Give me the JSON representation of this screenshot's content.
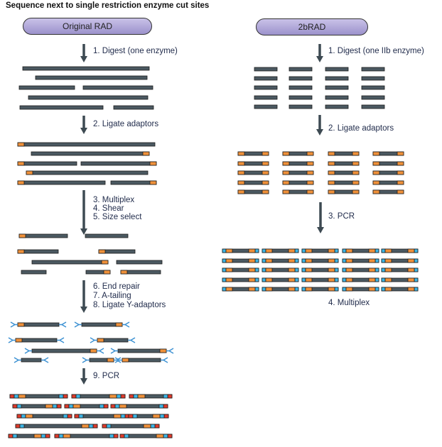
{
  "title": "Sequence next to single restriction enzyme cut sites",
  "original_rad": {
    "name": "Original RAD",
    "steps": [
      "1. Digest (one enzyme)",
      "2. Ligate adaptors",
      "3. Multiplex",
      "4. Shear",
      "5. Size select",
      "6. End repair",
      "7. A-tailing",
      "8. Ligate Y-adaptors",
      "9. PCR"
    ]
  },
  "twob_rad": {
    "name": "2bRAD",
    "steps": [
      "1. Digest (one IIb enzyme)",
      "2. Ligate adaptors",
      "3. PCR",
      "4. Multiplex"
    ]
  },
  "colors": {
    "dna": "#4b5961",
    "adaptor": "#f0913a",
    "barcode": "#3cb6e6",
    "primer": "#df3a2b",
    "y_adaptor": "#3a90d2",
    "arrow": "#3d4a52"
  }
}
